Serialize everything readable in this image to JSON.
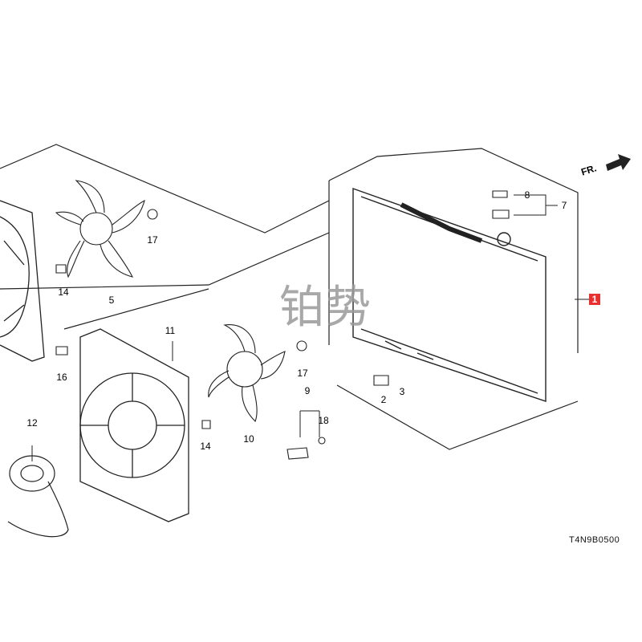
{
  "diagram": {
    "callouts": [
      "1",
      "2",
      "3",
      "5",
      "7",
      "8",
      "9",
      "10",
      "11",
      "12",
      "14",
      "14",
      "16",
      "17",
      "17",
      "18"
    ],
    "highlight_callout": "1",
    "direction_label": "FR.",
    "drawing_code": "T4N9B0500",
    "watermark": "铂势"
  },
  "colors": {
    "line": "#222222",
    "highlight": "#e8312f",
    "watermark": "#9a9a9a"
  },
  "icons": [
    "fan-blade-icon",
    "fan-shroud-icon",
    "radiator-icon",
    "fan-motor-icon",
    "bolt-icon",
    "arrow-icon"
  ]
}
